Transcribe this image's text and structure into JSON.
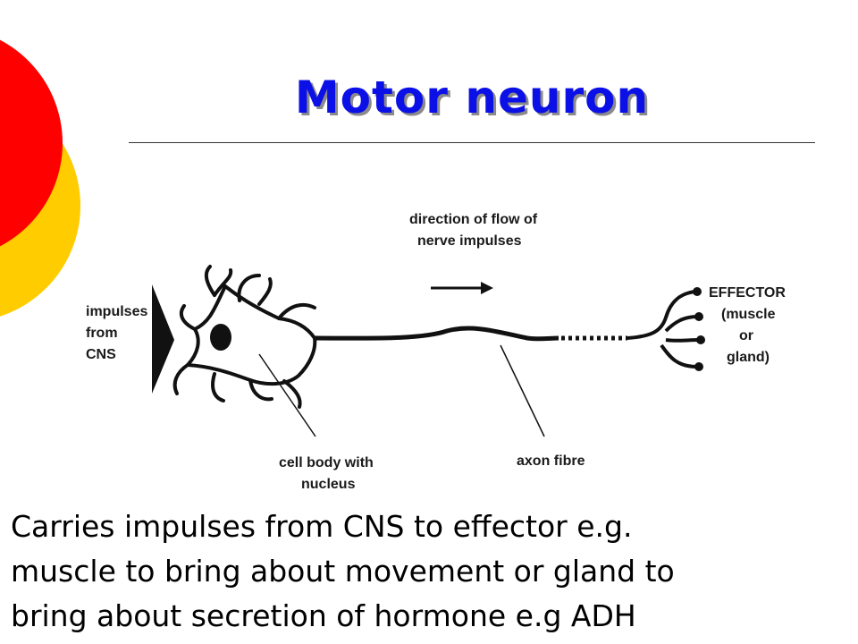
{
  "slide": {
    "title": "Motor neuron",
    "caption_lines": [
      "Carries impulses from CNS to effector e.g.",
      "muscle to bring about movement or gland to",
      "bring about secretion of hormone e.g ADH"
    ]
  },
  "diagram": {
    "label_impulses": [
      "impulses",
      "from",
      "CNS"
    ],
    "label_direction": [
      "direction of flow of",
      "nerve impulses"
    ],
    "label_effector": [
      "EFFECTOR",
      "(muscle",
      "or",
      "gland)"
    ],
    "label_cell_body": [
      "cell body with",
      "nucleus"
    ],
    "label_axon": "axon fibre"
  },
  "colors": {
    "title_blue": "#0b10e6",
    "decor_red": "#ff0000",
    "decor_yellow": "#ffcc00"
  }
}
